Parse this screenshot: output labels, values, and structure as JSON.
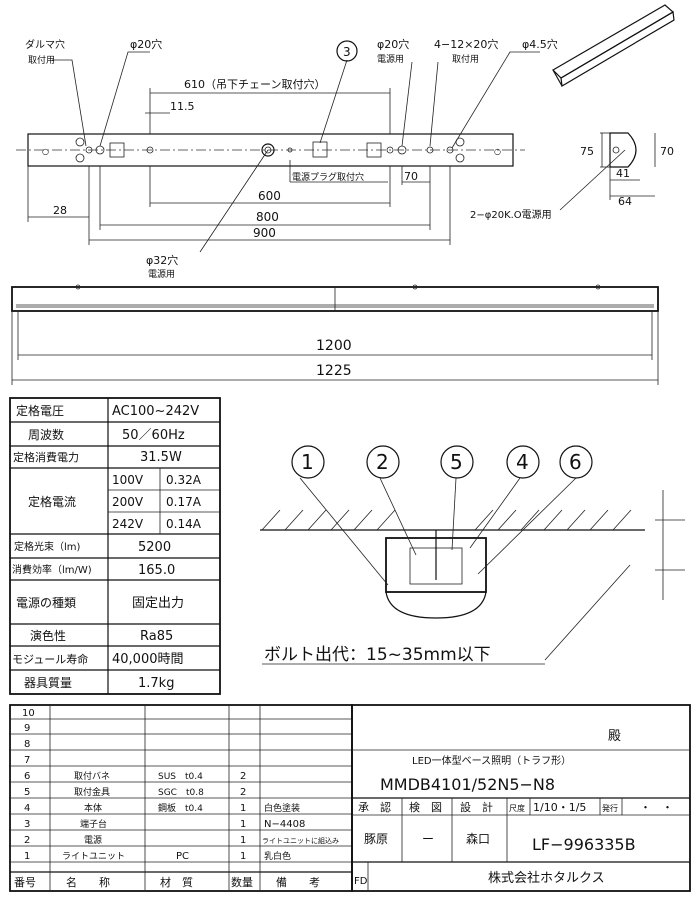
{
  "top_labels": {
    "daruma_hole": "ダルマ穴",
    "daruma_use": "取付用",
    "phi20_left": "φ20穴",
    "callout3": "3",
    "phi20_right": "φ20穴",
    "phi20_right_use": "電源用",
    "slots": "4−12×20穴",
    "slots_use": "取付用",
    "phi45": "φ4.5穴",
    "chain_dim": "610（吊下チェーン取付穴）",
    "dim_115": "11.5",
    "plug_label": "電源プラグ取付穴",
    "dim_70": "70",
    "dim_600": "600",
    "dim_800": "800",
    "dim_900": "900",
    "dim_28": "28",
    "phi32": "φ32穴",
    "phi32_use": "電源用",
    "side_75": "75",
    "side_70": "70",
    "side_41": "41",
    "side_64": "64",
    "knockout": "2−φ20K.O電源用"
  },
  "long_view": {
    "dim_1200": "1200",
    "dim_1225": "1225"
  },
  "specs": [
    {
      "label": "定格電圧",
      "value": "AC100~242V"
    },
    {
      "label": "周波数",
      "value": "50／60Hz"
    },
    {
      "label": "定格消費電力",
      "value": "31.5W"
    },
    {
      "label": "定格光束（lm)",
      "value": "5200"
    },
    {
      "label": "消費効率（lm/W)",
      "value": "165.0"
    },
    {
      "label": "電源の種類",
      "value": "固定出力"
    },
    {
      "label": "演色性",
      "value": "Ra85"
    },
    {
      "label": "モジュール寿命",
      "value": "40,000時間"
    },
    {
      "label": "器具質量",
      "value": "1.7kg"
    }
  ],
  "rated_current": {
    "label": "定格電流",
    "rows": [
      {
        "v": "100V",
        "a": "0.32A"
      },
      {
        "v": "200V",
        "a": "0.17A"
      },
      {
        "v": "242V",
        "a": "0.14A"
      }
    ]
  },
  "section": {
    "callouts": [
      "1",
      "2",
      "5",
      "4",
      "6"
    ],
    "bolt_note": "ボルト出代：15~35mm以下"
  },
  "parts": {
    "row_numbers": [
      "10",
      "9",
      "8",
      "7"
    ],
    "rows": [
      {
        "no": "6",
        "name": "取付バネ",
        "material": "SUS　t0.4",
        "qty": "2",
        "note": ""
      },
      {
        "no": "5",
        "name": "取付金具",
        "material": "SGC　t0.8",
        "qty": "2",
        "note": ""
      },
      {
        "no": "4",
        "name": "本体",
        "material": "鋼板　t0.4",
        "qty": "1",
        "note": "白色塗装"
      },
      {
        "no": "3",
        "name": "端子台",
        "material": "",
        "qty": "1",
        "note": "N−4408"
      },
      {
        "no": "2",
        "name": "電源",
        "material": "",
        "qty": "1",
        "note": "ライトユニットに組込み"
      },
      {
        "no": "1",
        "name": "ライトユニット",
        "material": "PC",
        "qty": "1",
        "note": "乳白色"
      }
    ],
    "header": {
      "no": "番号",
      "name": "名　　称",
      "material": "材　質",
      "qty": "数量",
      "note": "備　　考"
    }
  },
  "title_block": {
    "addressee": "殿",
    "product": "LED一体型ベース照明（トラフ形）",
    "model": "MMDB4101/52N5−N8",
    "approve": "承　認",
    "check": "検　図",
    "design": "設　計",
    "scale_label": "尺度",
    "scale": "1/10・1/5",
    "issue_label": "発行",
    "issue": "・　・",
    "name1": "豚原",
    "dash": "ー",
    "name2": "森口",
    "drawing_no": "LF−996335B",
    "fd": "FD",
    "company": "株式会社ホタルクス"
  }
}
